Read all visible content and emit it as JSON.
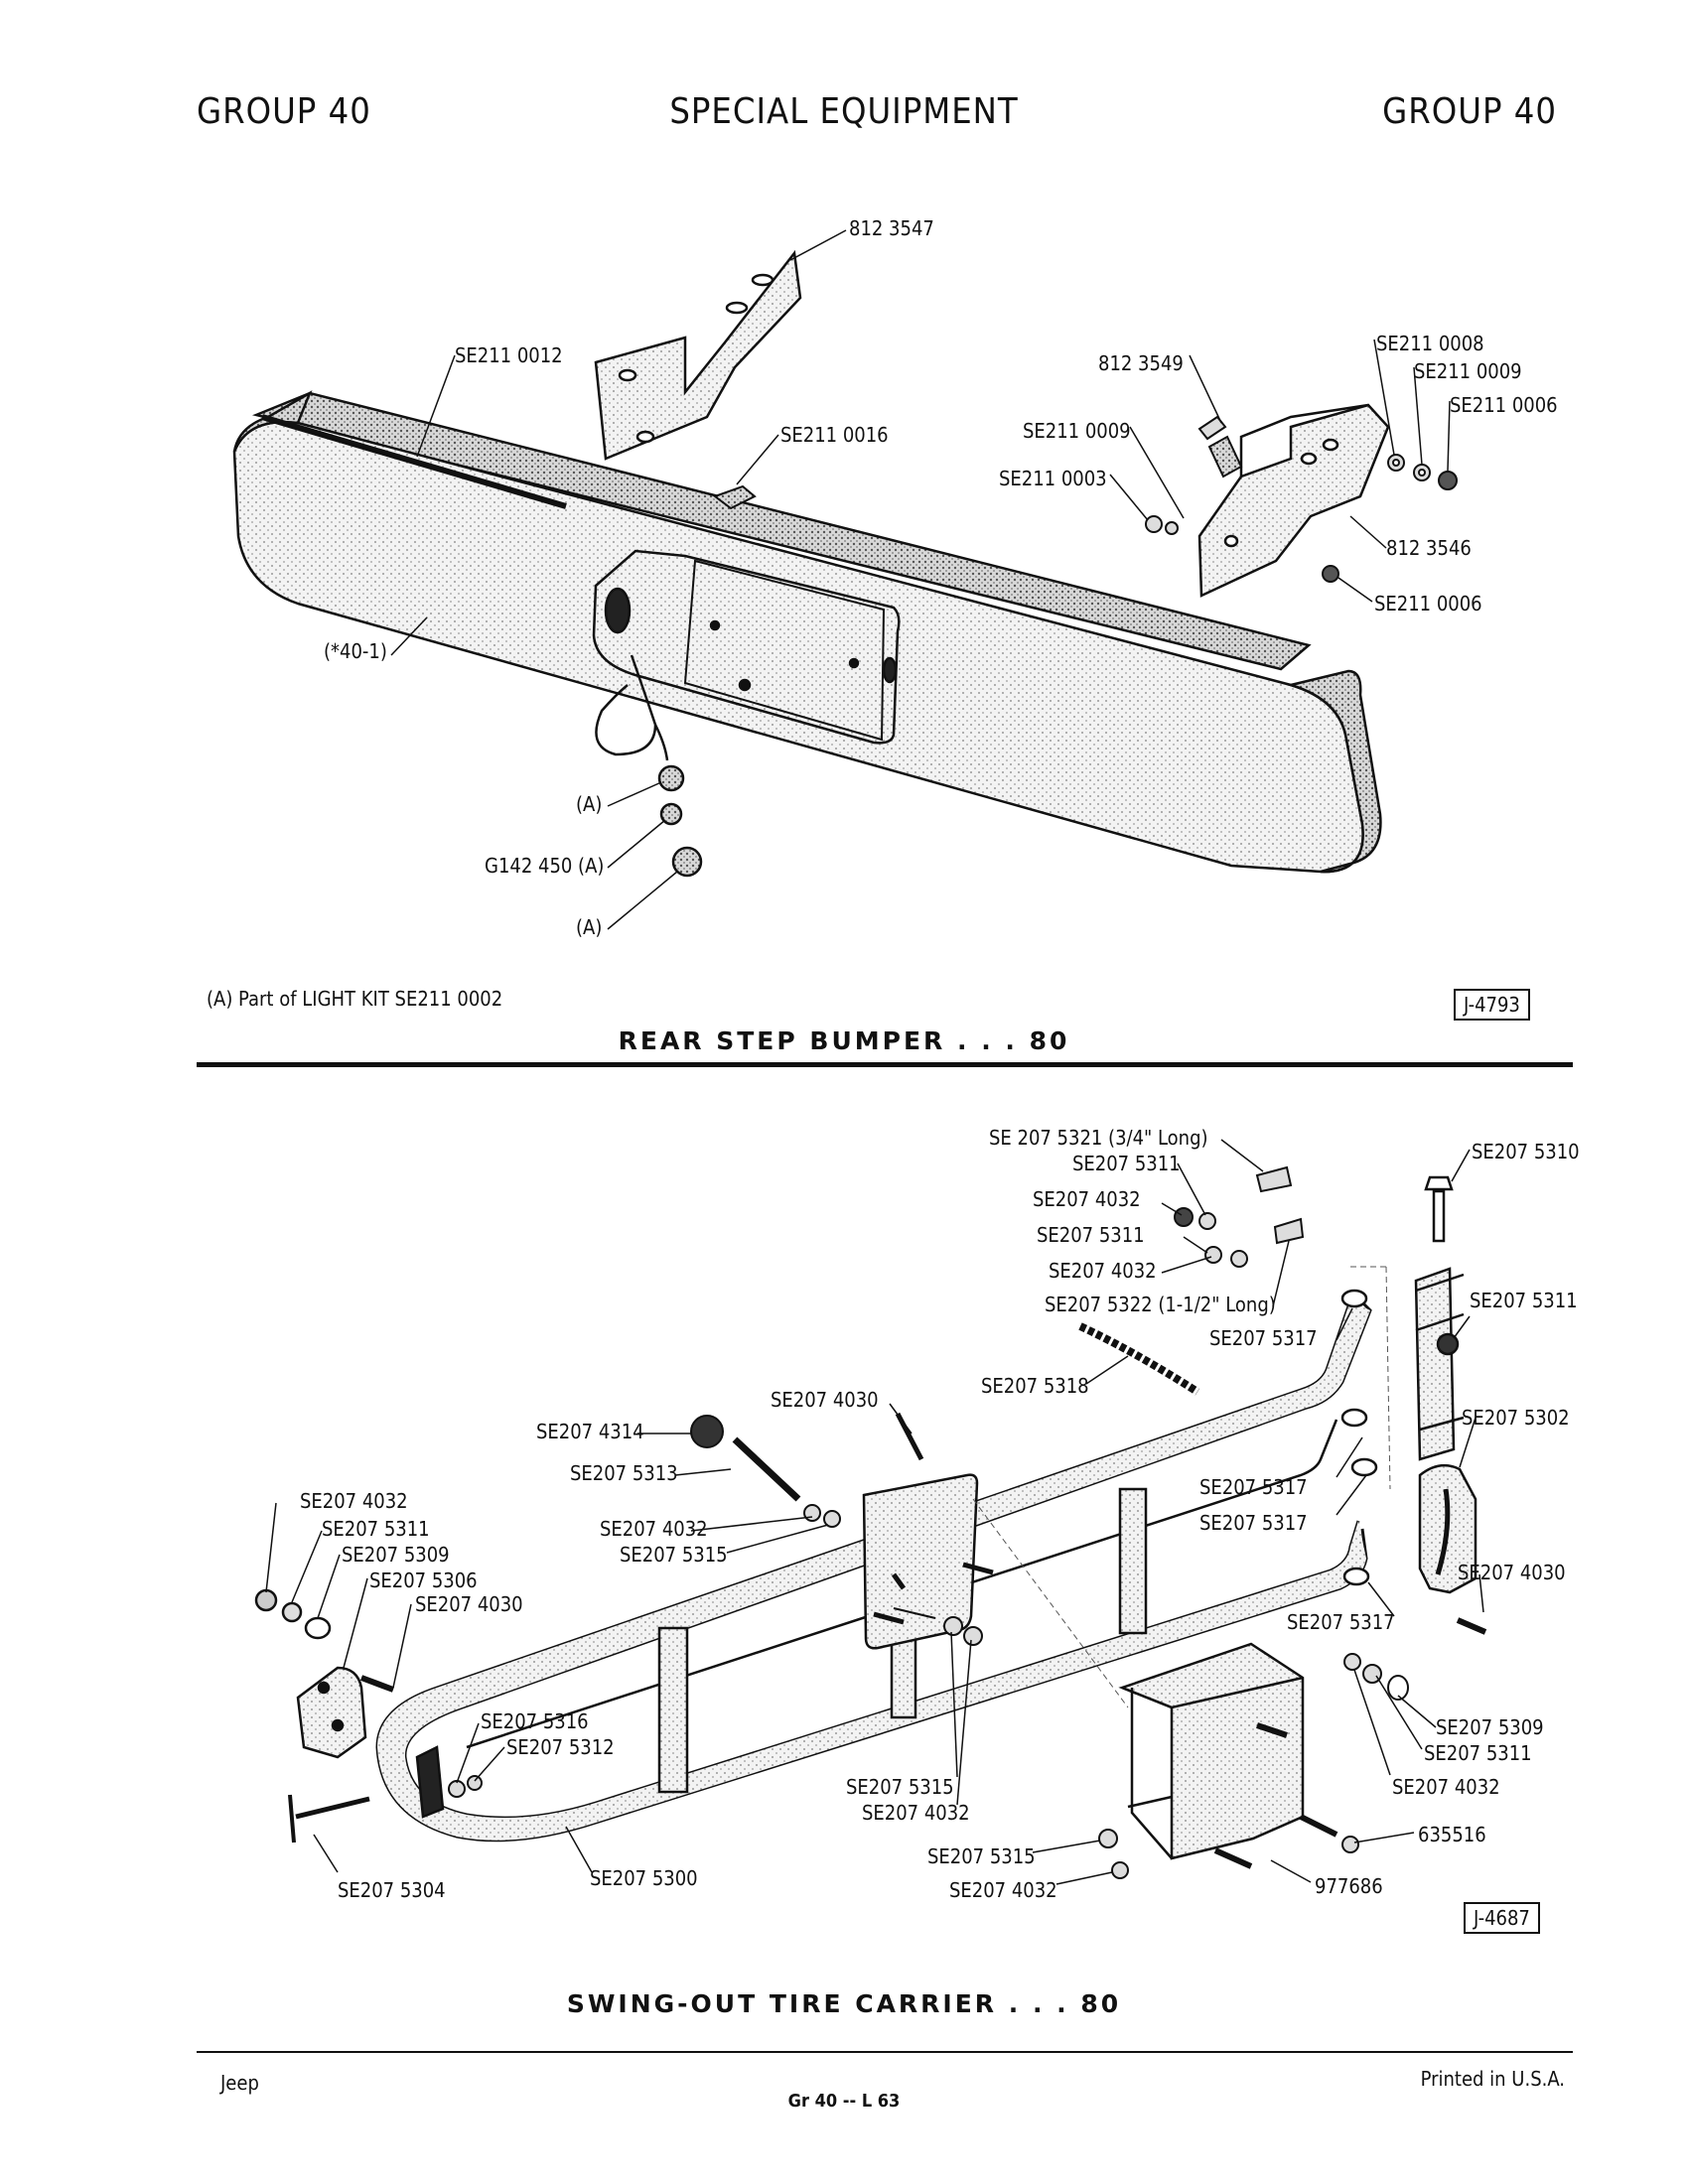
{
  "header": {
    "left": "GROUP 40",
    "center": "SPECIAL EQUIPMENT",
    "right": "GROUP 40"
  },
  "top_figure": {
    "labels": {
      "l_8123547": "812 3547",
      "l_se2110012": "SE211 0012",
      "l_se2110016": "SE211 0016",
      "l_8123549": "812 3549",
      "l_se2110009a": "SE211 0009",
      "l_se2110003": "SE211 0003",
      "l_se2110008": "SE211 0008",
      "l_se2110009b": "SE211 0009",
      "l_se2110006a": "SE211 0006",
      "l_8123546": "812 3546",
      "l_se2110006b": "SE211 0006",
      "l_401": "(*40-1)",
      "l_a1": "(A)",
      "l_g142": "G142 450 (A)",
      "l_a2": "(A)"
    },
    "note": "(A)  Part of LIGHT KIT SE211 0002",
    "figure_id": "J-4793",
    "caption": "REAR STEP BUMPER . . . 80"
  },
  "bottom_figure": {
    "labels": {
      "b_5321": "SE 207 5321 (3/4\" Long)",
      "b_5311a": "SE207 5311",
      "b_4032a": "SE207 4032",
      "b_5311b": "SE207 5311",
      "b_4032b": "SE207 4032",
      "b_5322": "SE207 5322 (1-1/2\" Long)",
      "b_5310": "SE207 5310",
      "b_5311c": "SE207 5311",
      "b_5317a": "SE207 5317",
      "b_5318": "SE207 5318",
      "b_4030a": "SE207 4030",
      "b_4314": "SE207 4314",
      "b_5313": "SE207 5313",
      "b_5302": "SE207 5302",
      "b_4032c": "SE207 4032",
      "b_5315a": "SE207 5315",
      "b_5317b": "SE207 5317",
      "b_5317c": "SE207 5317",
      "b_4032d": "SE207 4032",
      "b_5311d": "SE207 5311",
      "b_5309a": "SE207 5309",
      "b_5306": "SE207 5306",
      "b_4030b": "SE207 4030",
      "b_4030c": "SE207 4030",
      "b_5317d": "SE207 5317",
      "b_5316": "SE207 5316",
      "b_5312": "SE207 5312",
      "b_5309b": "SE207 5309",
      "b_5311e": "SE207 5311",
      "b_4032e": "SE207 4032",
      "b_5315b": "SE207 5315",
      "b_4032f": "SE207 4032",
      "b_635516": "635516",
      "b_5315c": "SE207 5315",
      "b_4032g": "SE207 4032",
      "b_977686": "977686",
      "b_5304": "SE207 5304",
      "b_5300": "SE207 5300"
    },
    "figure_id": "J-4687",
    "caption": "SWING-OUT TIRE CARRIER . . . 80"
  },
  "footer": {
    "left": "Jeep",
    "center": "Gr 40 -- L 63",
    "right": "Printed  in U.S.A."
  }
}
